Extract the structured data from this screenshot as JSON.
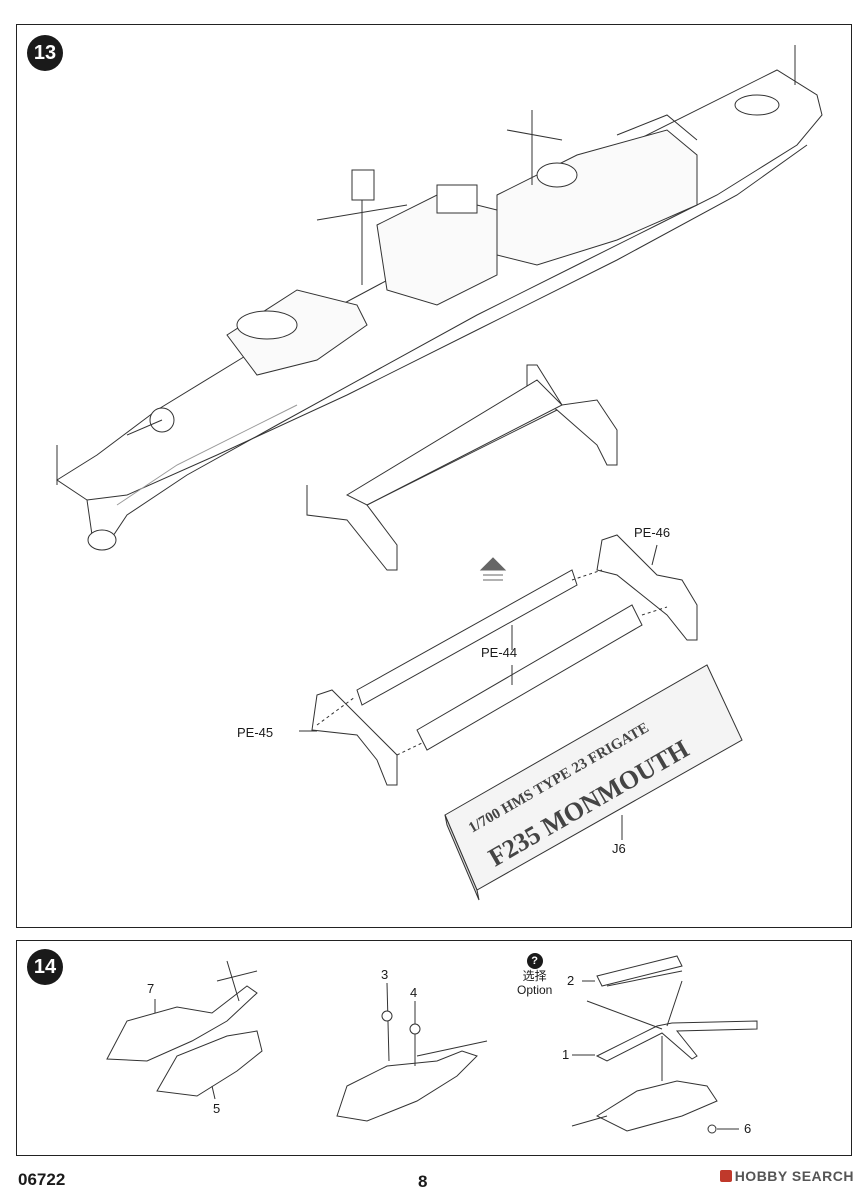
{
  "step13": {
    "number": "13",
    "labels": {
      "pe46": "PE-46",
      "pe44": "PE-44",
      "pe45": "PE-45",
      "j6": "J6"
    },
    "nameplate": {
      "line1": "1/700 HMS TYPE 23 FRIGATE",
      "line2": "F235 MONMOUTH"
    }
  },
  "step14": {
    "number": "14",
    "option_cn": "选择",
    "option_en": "Option",
    "option_icon": "?",
    "parts": [
      "7",
      "5",
      "3",
      "4",
      "2",
      "1",
      "6"
    ]
  },
  "footer": {
    "product_code": "06722",
    "page_number": "8",
    "watermark": "HOBBY SEARCH"
  }
}
